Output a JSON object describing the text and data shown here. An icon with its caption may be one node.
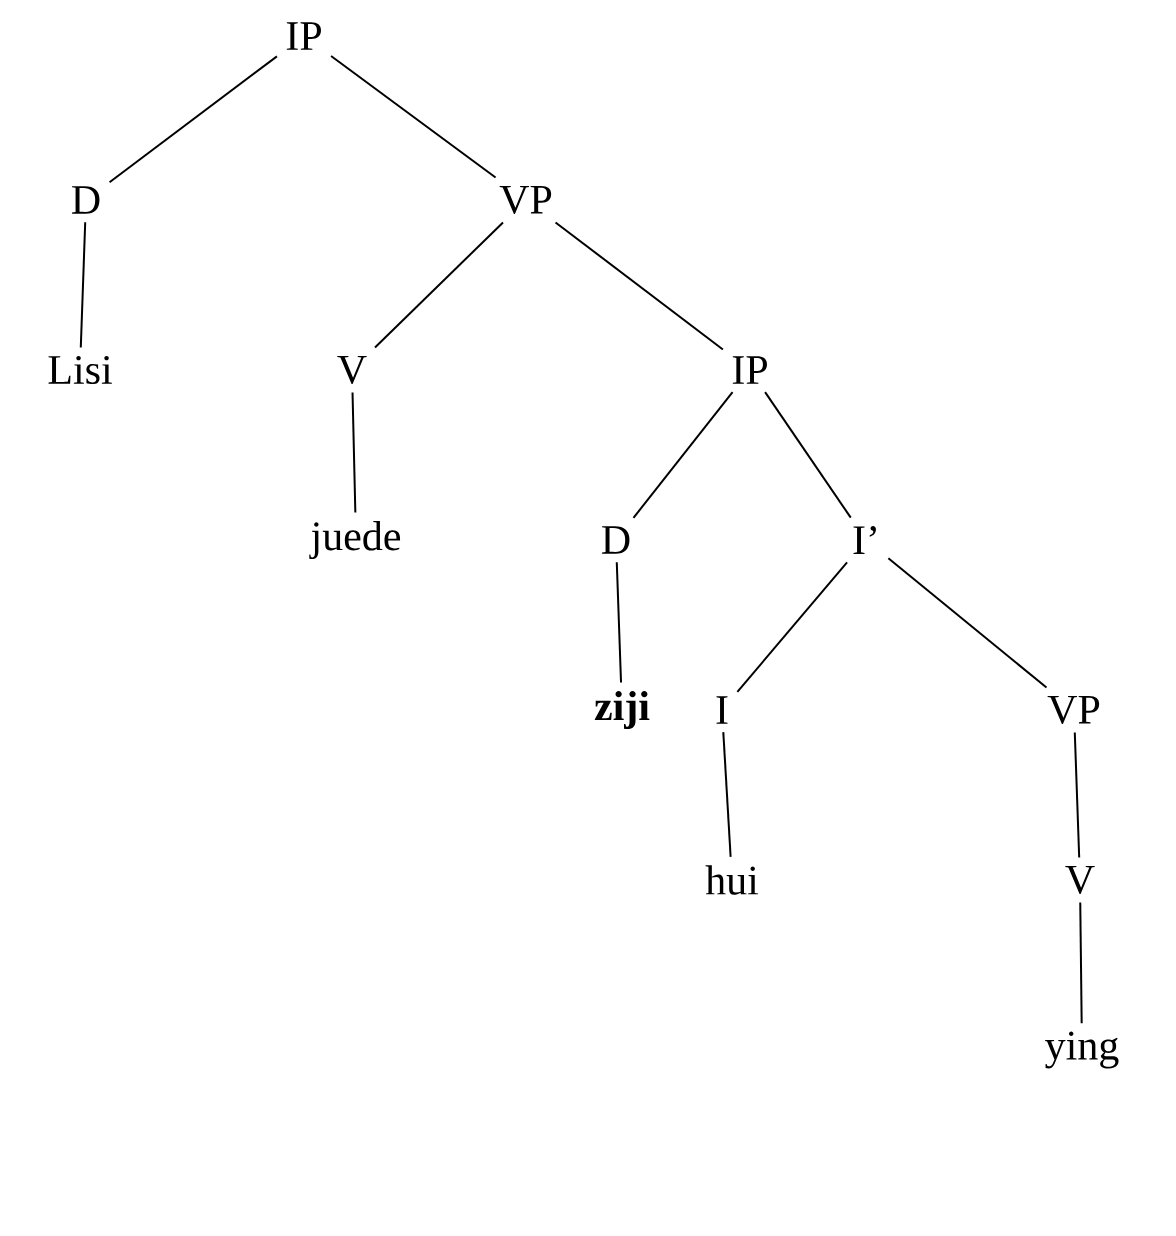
{
  "diagram": {
    "nodes": [
      {
        "text": [
          "IP"
        ]
      },
      {
        "text": [
          "D"
        ]
      },
      {
        "text": [
          "VP"
        ]
      },
      {
        "text": [
          "Lisi"
        ]
      },
      {
        "text": [
          "V"
        ]
      },
      {
        "text": [
          "IP"
        ]
      },
      {
        "text": [
          "juede"
        ]
      },
      {
        "text": [
          "D"
        ]
      },
      {
        "text": [
          "I’"
        ]
      },
      {
        "text": [
          "ziji"
        ]
      },
      {
        "text": [
          "I"
        ]
      },
      {
        "text": [
          "VP"
        ]
      },
      {
        "text": [
          "hui"
        ]
      },
      {
        "text": [
          "V"
        ]
      },
      {
        "text": [
          "ying"
        ]
      }
    ],
    "edges": [
      {
        "from": 0,
        "to": 1,
        "arrow": "none"
      },
      {
        "from": 0,
        "to": 2,
        "arrow": "none"
      },
      {
        "from": 1,
        "to": 3,
        "arrow": "none"
      },
      {
        "from": 2,
        "to": 4,
        "arrow": "none"
      },
      {
        "from": 2,
        "to": 5,
        "arrow": "none"
      },
      {
        "from": 4,
        "to": 6,
        "arrow": "none"
      },
      {
        "from": 5,
        "to": 7,
        "arrow": "none"
      },
      {
        "from": 5,
        "to": 8,
        "arrow": "none"
      },
      {
        "from": 7,
        "to": 9,
        "arrow": "none"
      },
      {
        "from": 8,
        "to": 10,
        "arrow": "none"
      },
      {
        "from": 8,
        "to": 11,
        "arrow": "none"
      },
      {
        "from": 10,
        "to": 12,
        "arrow": "none"
      },
      {
        "from": 11,
        "to": 13,
        "arrow": "none"
      },
      {
        "from": 13,
        "to": 14,
        "arrow": "none"
      }
    ]
  }
}
